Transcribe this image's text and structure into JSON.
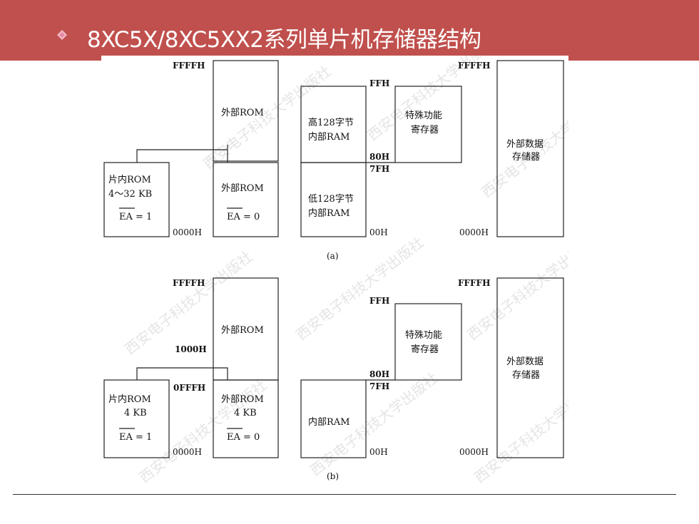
{
  "title": "8XC5X/8XC5XX2系列单片机存储器结构",
  "watermark": "西安电子科技大学出版社",
  "colors": {
    "header": "#c0504d",
    "bullet": "#f2b8c6",
    "line": "#222222"
  },
  "diagram_a": {
    "caption": "(a)",
    "rom_top": "FFFFH",
    "rom_bottom": "0000H",
    "ext_rom": "外部ROM",
    "int_rom_line1": "片内ROM",
    "int_rom_line2": "4～32 KB",
    "ea1_text": "EA",
    "ea1_val": " = 1",
    "ext_rom2": "外部ROM",
    "ea0_text": "EA",
    "ea0_val": " = 0",
    "ram_ffh": "FFH",
    "ram_80h": "80H",
    "ram_7fh": "7FH",
    "ram_00h": "00H",
    "high_ram_line1": "高128字节",
    "high_ram_line2": "内部RAM",
    "low_ram_line1": "低128字节",
    "low_ram_line2": "内部RAM",
    "sfr_line1": "特殊功能",
    "sfr_line2": "寄存器",
    "xdata_top": "FFFFH",
    "xdata_bottom": "0000H",
    "xdata_line1": "外部数据",
    "xdata_line2": "存储器"
  },
  "diagram_b": {
    "caption": "(b)",
    "rom_top": "FFFFH",
    "rom_1000": "1000H",
    "rom_0fff": "0FFFH",
    "rom_bottom": "0000H",
    "ext_rom": "外部ROM",
    "int_rom_line1": "片内ROM",
    "int_rom_line2": "4 KB",
    "ea1_text": "EA",
    "ea1_val": " = 1",
    "ext_rom2_line1": "外部ROM",
    "ext_rom2_line2": "4 KB",
    "ea0_text": "EA",
    "ea0_val": " = 0",
    "ram_ffh": "FFH",
    "ram_80h": "80H",
    "ram_7fh": "7FH",
    "ram_00h": "00H",
    "int_ram": "内部RAM",
    "sfr_line1": "特殊功能",
    "sfr_line2": "寄存器",
    "xdata_top": "FFFFH",
    "xdata_bottom": "0000H",
    "xdata_line1": "外部数据",
    "xdata_line2": "存储器"
  }
}
